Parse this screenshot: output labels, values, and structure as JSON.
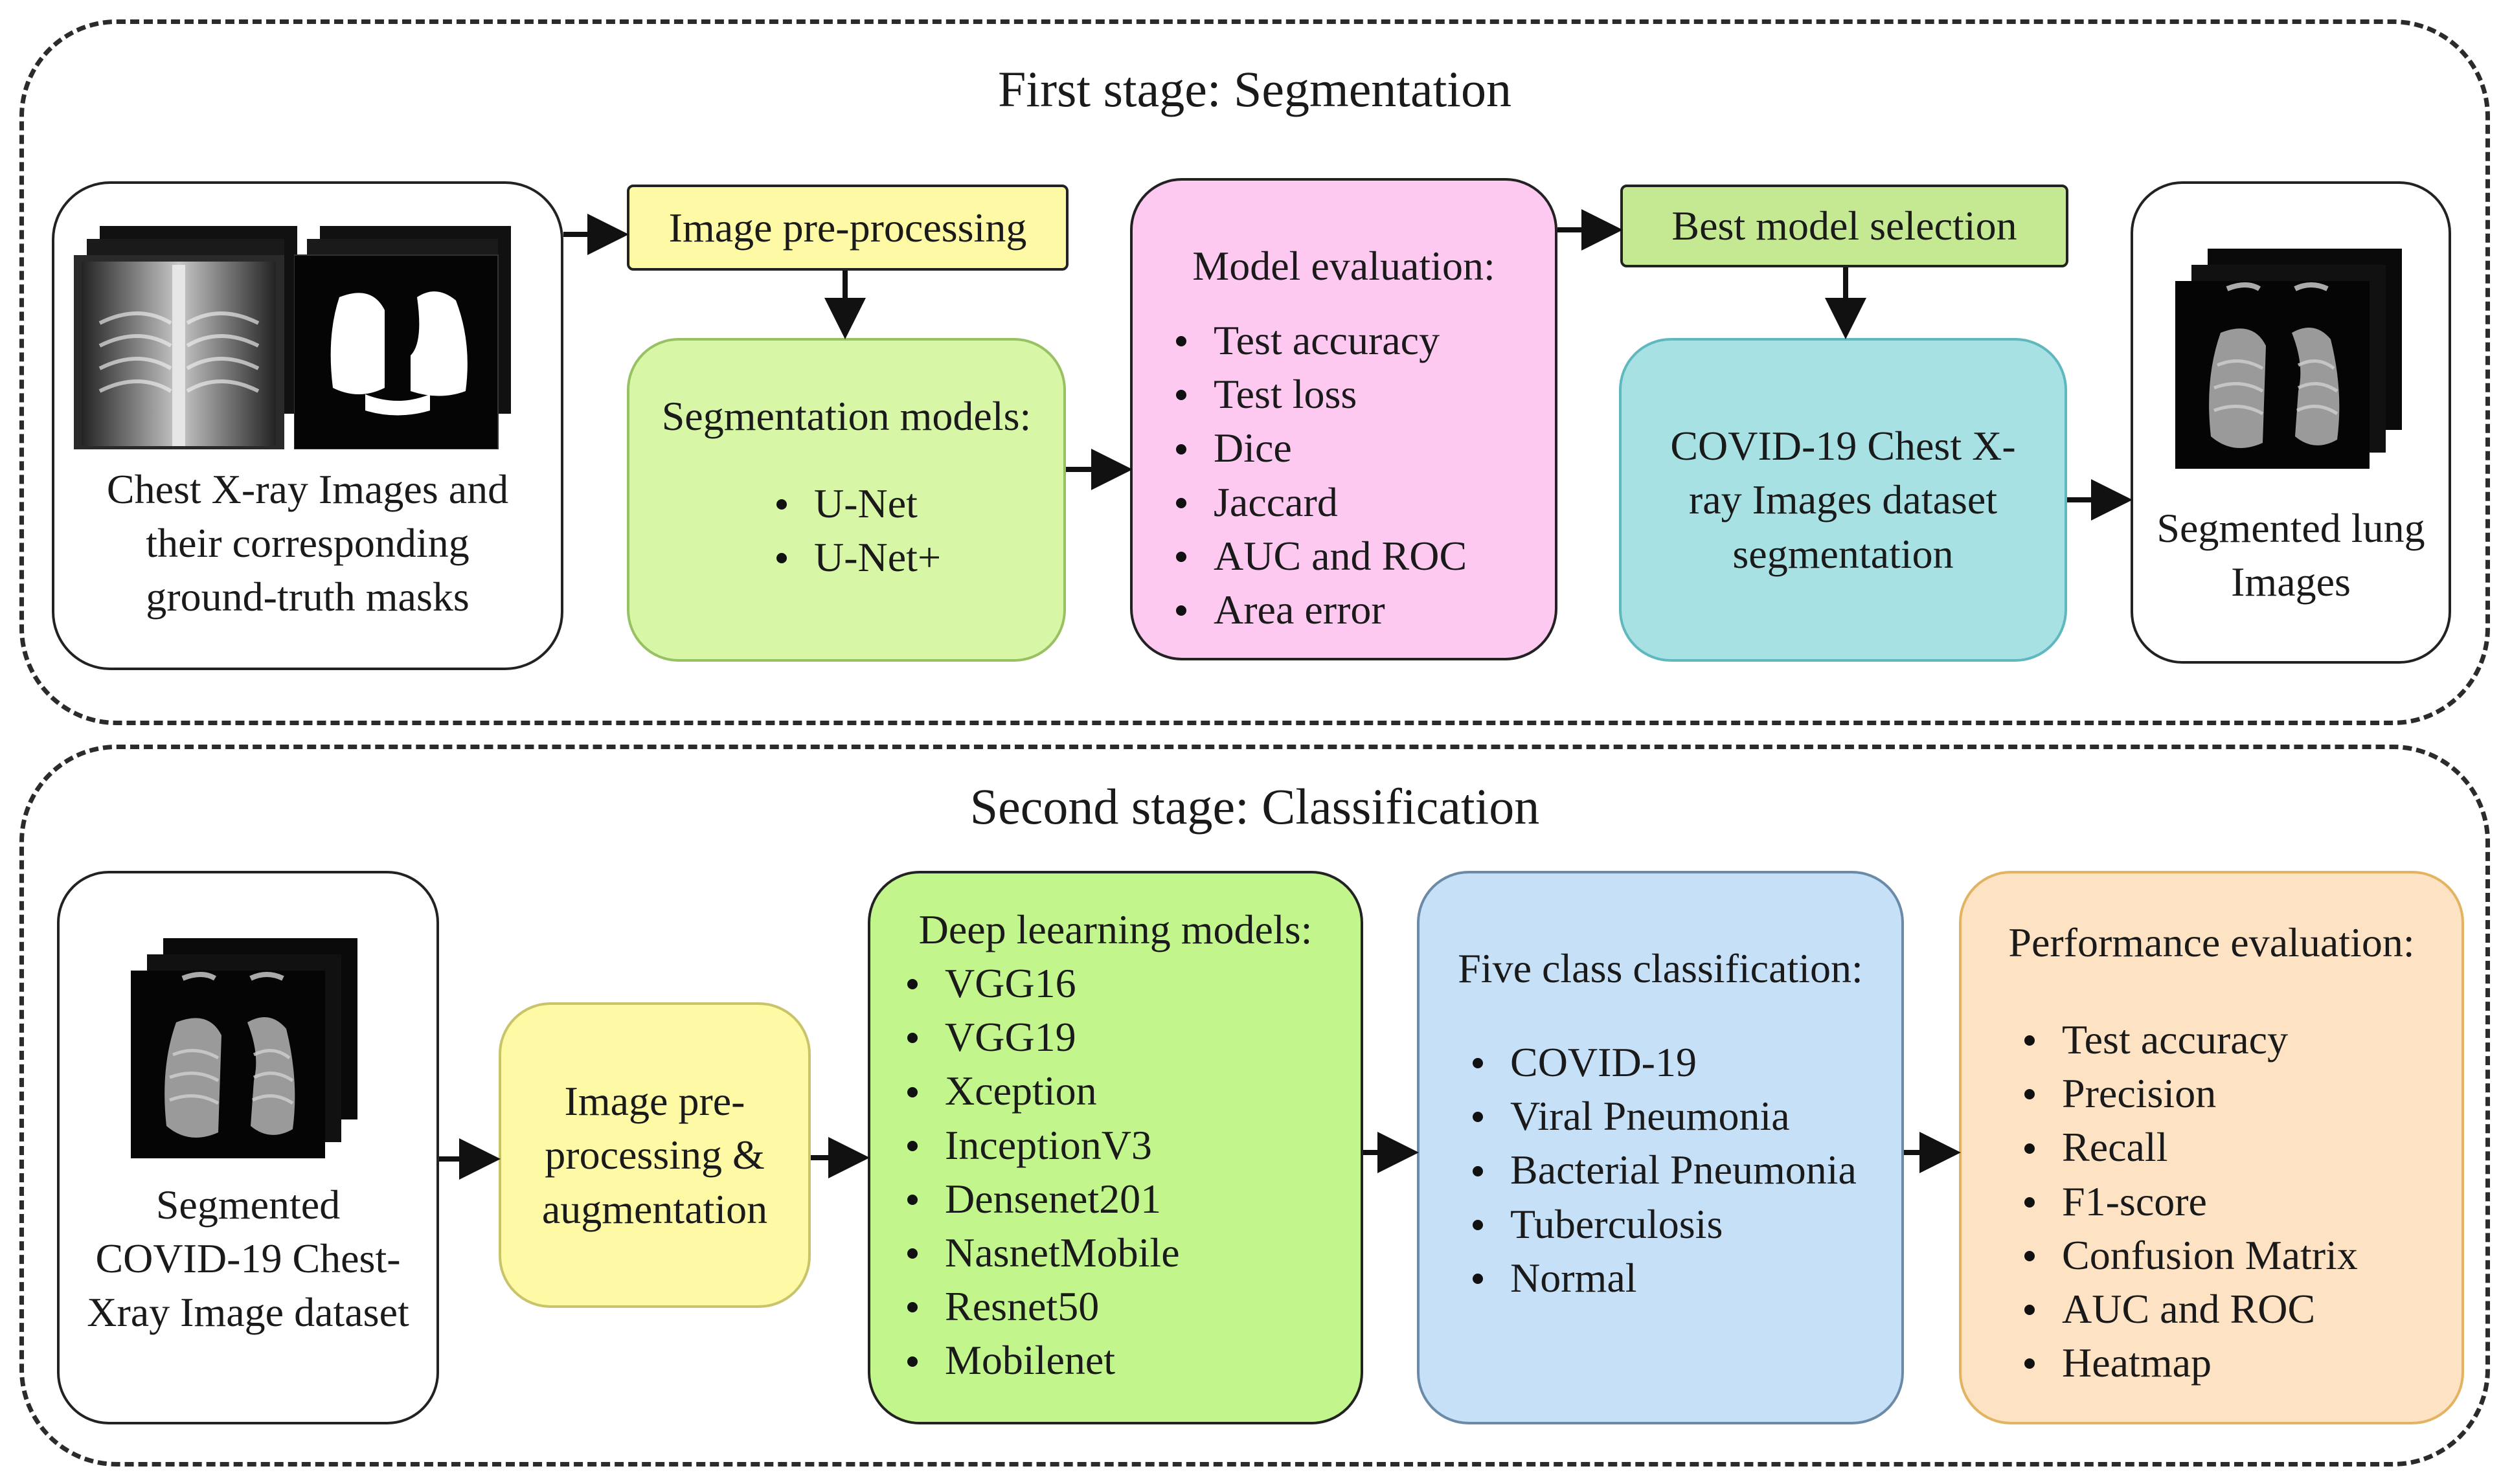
{
  "stage1": {
    "title": "First stage: Segmentation",
    "input_box": {
      "label": "Chest X-ray Images and their corresponding ground-truth masks"
    },
    "preprocessing": {
      "label": "Image pre-processing"
    },
    "seg_models": {
      "title": "Segmentation models:",
      "items": [
        "U-Net",
        "U-Net+"
      ]
    },
    "model_eval": {
      "title": "Model evaluation:",
      "items": [
        "Test accuracy",
        "Test loss",
        "Dice",
        "Jaccard",
        "AUC and ROC",
        "Area error"
      ]
    },
    "best_model": {
      "label": "Best model selection"
    },
    "covid_seg": {
      "label": "COVID-19 Chest X-ray Images dataset segmentation"
    },
    "output_box": {
      "label": "Segmented lung Images"
    }
  },
  "stage2": {
    "title": "Second stage: Classification",
    "input_box": {
      "label": "Segmented COVID-19 Chest-Xray Image dataset"
    },
    "preproc_aug": {
      "label": "Image pre-processing & augmentation"
    },
    "dl_models": {
      "title": "Deep leearning models:",
      "items": [
        "VGG16",
        "VGG19",
        "Xception",
        "InceptionV3",
        "Densenet201",
        "NasnetMobile",
        "Resnet50",
        "Mobilenet"
      ]
    },
    "five_class": {
      "title": "Five class classification:",
      "items": [
        "COVID-19",
        "Viral Pneumonia",
        "Bacterial Pneumonia",
        "Tuberculosis",
        "Normal"
      ]
    },
    "perf_eval": {
      "title": "Performance evaluation:",
      "items": [
        "Test accuracy",
        "Precision",
        "Recall",
        "F1-score",
        "Confusion Matrix",
        "AUC and ROC",
        "Heatmap"
      ]
    }
  },
  "colors": {
    "yellow": "#fdf9a5",
    "green_light": "#d8f7a6",
    "pink": "#fdc9f1",
    "green_bar": "#c5e992",
    "teal": "#a8e1e4",
    "green_bright": "#c2f58c",
    "blue": "#c6e1f7",
    "orange": "#fde2c3",
    "orange_border": "#e2b461",
    "lime_border": "#97c162"
  },
  "icons": [
    "chest-xray-image",
    "lung-mask-image",
    "segmented-lung-image",
    "arrow"
  ]
}
